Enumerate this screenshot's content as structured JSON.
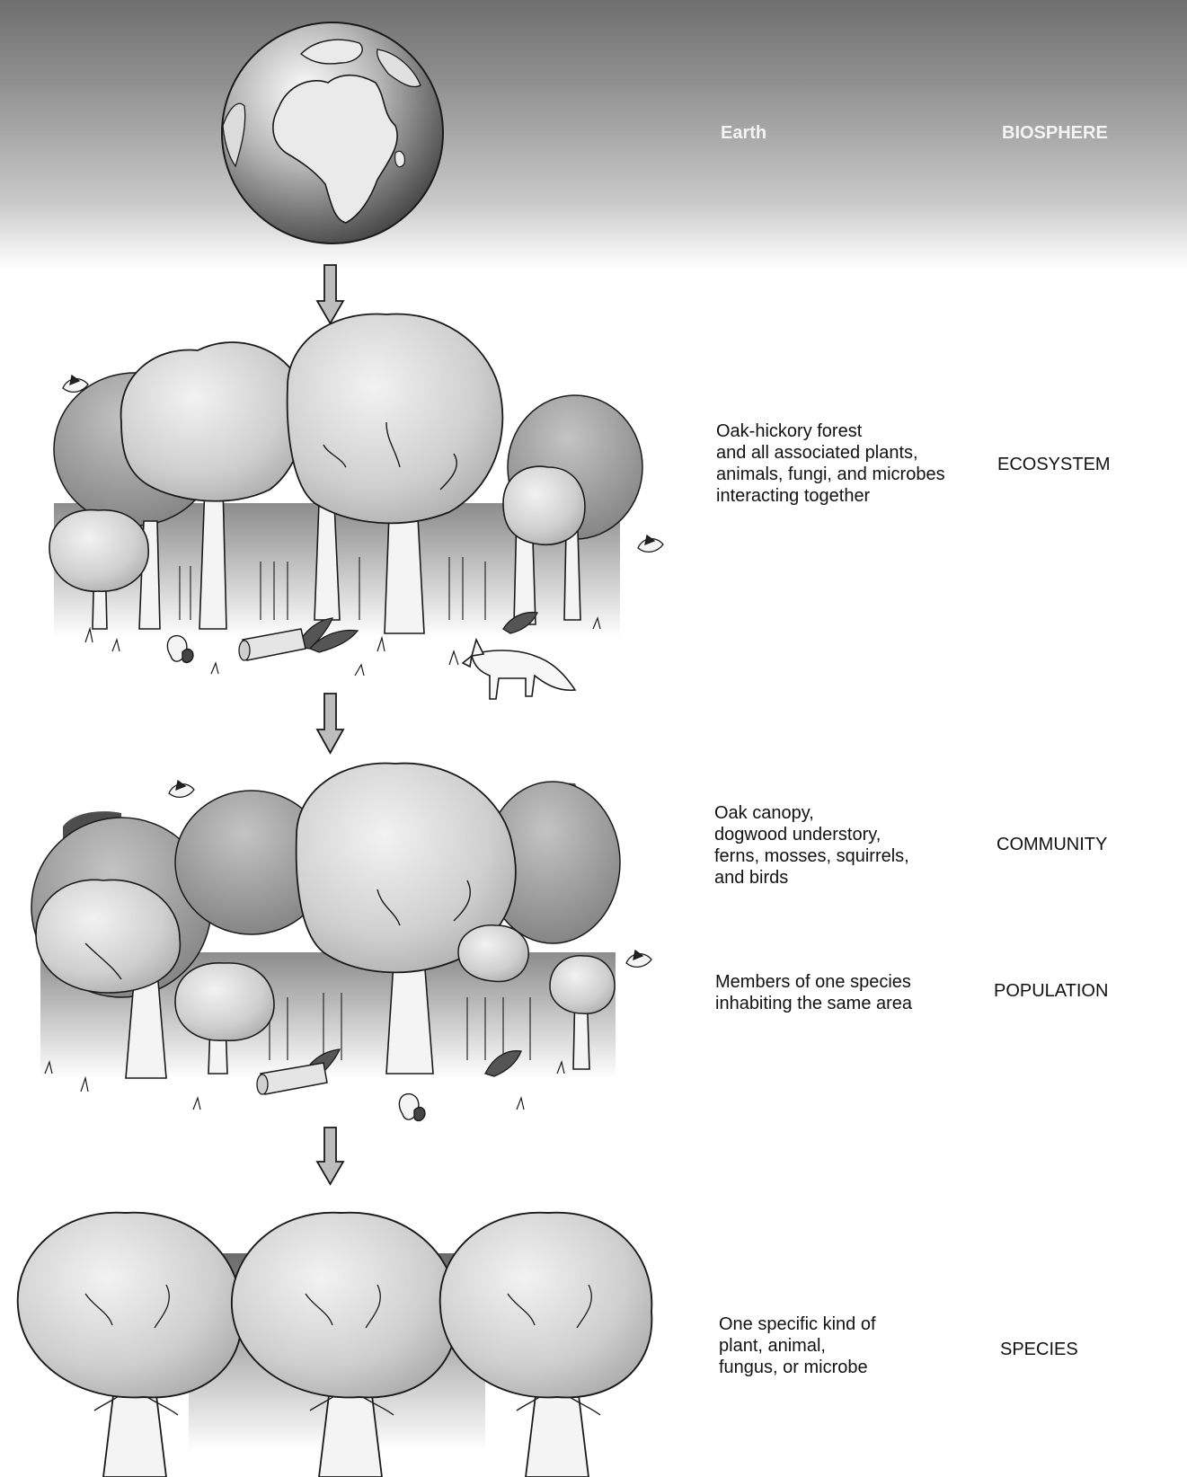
{
  "levels": [
    {
      "description": "Earth",
      "name": "BIOSPHERE"
    },
    {
      "description": "Oak-hickory forest\nand all associated plants,\nanimals, fungi, and microbes\ninteracting together",
      "name": "ECOSYSTEM"
    },
    {
      "description": "Oak canopy,\ndogwood understory,\nferns, mosses, squirrels,\nand birds",
      "name": "COMMUNITY"
    },
    {
      "description": "Members of one species\ninhabiting the same area",
      "name": "POPULATION"
    },
    {
      "description": "One specific kind of\nplant, animal,\nfungus, or microbe",
      "name": "SPECIES"
    }
  ],
  "colors": {
    "band_dark": "#6f6f6f",
    "foliage": "#d6d6d6",
    "foliage_dark": "#9a9a9a",
    "outline": "#1a1a1a",
    "arrow_fill": "#bdbdbd"
  },
  "icons": [
    "earth-globe-icon",
    "down-arrow-icon",
    "oak-tree-icon",
    "bird-icon",
    "fox-icon",
    "squirrel-icon",
    "fern-icon",
    "log-icon"
  ]
}
